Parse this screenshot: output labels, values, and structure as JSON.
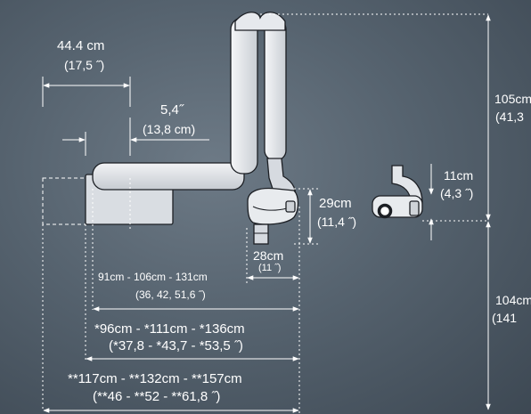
{
  "colors": {
    "line": "#ffffff",
    "background": "#5b6874",
    "device_fill": "#e3e6ea",
    "device_stroke": "#1c1f24"
  },
  "dimensions": {
    "arm_width": {
      "cm": "44.4 cm",
      "inch": "(17,5 ˝)"
    },
    "arm_offset": {
      "inch": "5,4˝",
      "cm": "(13,8 cm)"
    },
    "sensor_depth": {
      "cm": "11cm",
      "inch": "(4,3 ˝)"
    },
    "head_height": {
      "cm": "29cm",
      "inch": "(11,4 ˝)"
    },
    "head_width": {
      "cm": "28cm",
      "inch": "(11 ˝)"
    },
    "upper_height": {
      "cm": "105cm",
      "inch": "(41,3"
    },
    "lower_height": {
      "cm": "104cm",
      "inch": "(141"
    },
    "reach_1": {
      "cm": "91cm - 106cm - 131cm",
      "inch": "(36, 42, 51,6 ˝)"
    },
    "reach_2": {
      "cm": "*96cm - *111cm - *136cm",
      "inch": "(*37,8 - *43,7 - *53,5 ˝)"
    },
    "reach_3": {
      "cm": "**117cm - **132cm - **157cm",
      "inch": "(**46 - **52 - **61,8 ˝)"
    }
  }
}
